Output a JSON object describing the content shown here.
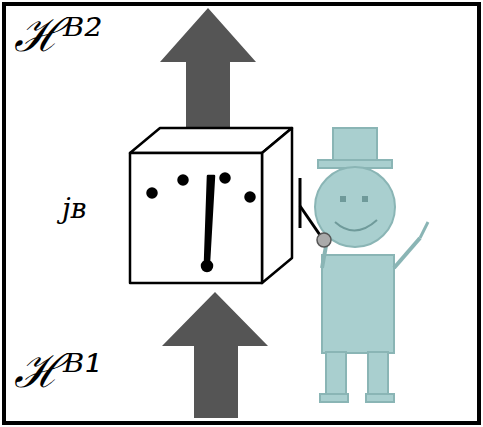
{
  "diagram": {
    "labels": [
      "ℋᴮ²",
      "jʙ",
      "ℋᴮ¹"
    ]
  }
}
